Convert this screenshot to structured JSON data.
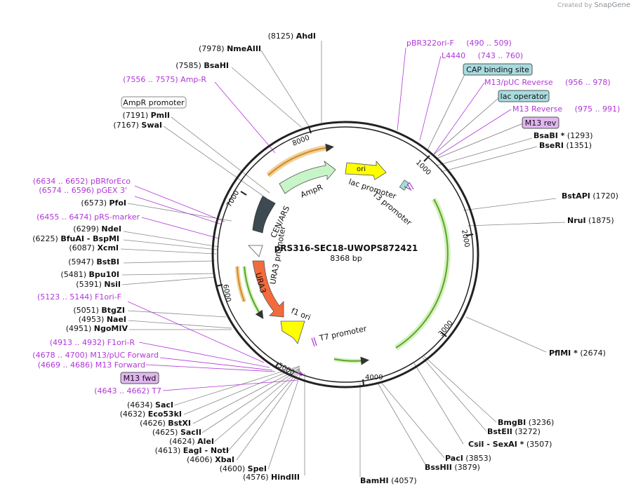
{
  "credit": {
    "prefix": "Created by",
    "brand": "SnapGene"
  },
  "plasmid": {
    "name": "pRS316-SEC18-UWOPS872421",
    "length": "8368 bp"
  },
  "ticks": [
    "1000",
    "2000",
    "3000",
    "4000",
    "5000",
    "6000",
    "7000",
    "8000"
  ],
  "features": {
    "ori": "ori",
    "ampr": "AmpR",
    "cen": "CEN/ARS",
    "ura3": "URA3",
    "ura3_promoter": "URA3 promoter",
    "f1ori": "f1 ori",
    "lac_promoter": "lac promoter",
    "t3_promoter": "T3 promoter",
    "t7_promoter": "T7 promoter"
  },
  "boxed": {
    "ampr_promoter": "AmpR promoter",
    "cap_site": "CAP binding site",
    "lac_operator": "lac operator",
    "m13_rev": "M13 rev",
    "m13_fwd": "M13 fwd"
  },
  "sites_left": [
    {
      "pos": "(8125)",
      "name": "AhdI"
    },
    {
      "pos": "(7978)",
      "name": "NmeAIII"
    },
    {
      "pos": "(7585)",
      "name": "BsaHI"
    },
    {
      "pos": "(7191)",
      "name": "PmlI"
    },
    {
      "pos": "(7167)",
      "name": "SwaI"
    },
    {
      "pos": "(6573)",
      "name": "PfoI"
    },
    {
      "pos": "(6299)",
      "name": "NdeI"
    },
    {
      "pos": "(6225)",
      "name": "BfuAI",
      "extra": "- BspMI"
    },
    {
      "pos": "(6087)",
      "name": "XcmI"
    },
    {
      "pos": "(5947)",
      "name": "BstBI"
    },
    {
      "pos": "(5481)",
      "name": "Bpu10I"
    },
    {
      "pos": "(5391)",
      "name": "NsiI"
    },
    {
      "pos": "(5051)",
      "name": "BtgZI"
    },
    {
      "pos": "(4953)",
      "name": "NaeI"
    },
    {
      "pos": "(4951)",
      "name": "NgoMIV"
    },
    {
      "pos": "(4634)",
      "name": "SacI"
    },
    {
      "pos": "(4632)",
      "name": "Eco53kI"
    },
    {
      "pos": "(4626)",
      "name": "BstXI"
    },
    {
      "pos": "(4625)",
      "name": "SacII"
    },
    {
      "pos": "(4624)",
      "name": "AleI"
    },
    {
      "pos": "(4613)",
      "name": "EagI",
      "extra": "- NotI"
    },
    {
      "pos": "(4606)",
      "name": "XbaI"
    },
    {
      "pos": "(4600)",
      "name": "SpeI"
    },
    {
      "pos": "(4576)",
      "name": "HindIII"
    }
  ],
  "sites_right": [
    {
      "name": "BsaBI *",
      "pos": "(1293)"
    },
    {
      "name": "BseRI",
      "pos": "(1351)"
    },
    {
      "name": "BstAPI",
      "pos": "(1720)"
    },
    {
      "name": "NruI",
      "pos": "(1875)"
    },
    {
      "name": "PflMI *",
      "pos": "(2674)"
    },
    {
      "name": "BmgBI",
      "pos": "(3236)"
    },
    {
      "name": "BstEII",
      "pos": "(3272)"
    },
    {
      "name": "CsiI",
      "extra": "- SexAI *",
      "pos": "(3507)"
    },
    {
      "name": "PacI",
      "pos": "(3853)"
    },
    {
      "name": "BssHII",
      "pos": "(3879)"
    },
    {
      "name": "BamHI",
      "pos": "(4057)"
    }
  ],
  "primers": {
    "amp_r": "(7556 .. 7575)  Amp-R",
    "pbrforeco": "(6634 .. 6652)  pBRforEco",
    "pgex3": "(6574 .. 6596)  pGEX 3'",
    "prs_marker": "(6455 .. 6474)  pRS-marker",
    "f1ori_f": "(5123 .. 5144)  F1ori-F",
    "f1ori_r": "(4913 .. 4932)  F1ori-R",
    "m13puc_fwd": "(4678 .. 4700)  M13/pUC Forward",
    "m13_forward": "(4669 .. 4686)  M13 Forward",
    "t7": "(4643 .. 4662)  T7",
    "pbr322ori_f": "pBR322ori-F     (490 .. 509)",
    "l4440": "L4440     (743 .. 760)",
    "m13puc_rev": "M13/pUC Reverse     (956 .. 978)",
    "m13_reverse": "M13 Reverse     (975 .. 991)"
  },
  "colors": {
    "ori": "#ffff00",
    "ampr": "#c8f5c8",
    "cen": "#3d4a52",
    "ura3": "#f36b3b",
    "primer": "#b037d8",
    "promoter_box": "#a8dbe0",
    "mbox": "#e0b6f0",
    "orange": "#e8a33d",
    "green": "#7dcc3a"
  }
}
